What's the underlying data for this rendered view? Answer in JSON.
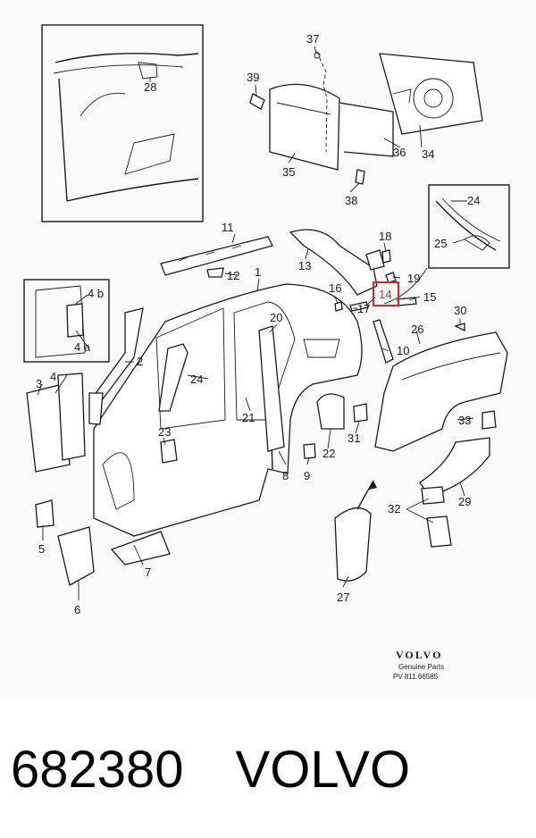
{
  "callouts": [
    "1",
    "2",
    "3",
    "4",
    "4 a",
    "4 b",
    "5",
    "6",
    "7",
    "8",
    "9",
    "10",
    "11",
    "12",
    "13",
    "14",
    "15",
    "16",
    "17",
    "18",
    "19",
    "20",
    "21",
    "22",
    "23",
    "24",
    "24",
    "25",
    "26",
    "27",
    "28",
    "29",
    "30",
    "31",
    "32",
    "33",
    "34",
    "35",
    "36",
    "37",
    "38",
    "39"
  ],
  "highlighted_callout": "14",
  "highlight_color": "#d62828",
  "logo": {
    "brand": "VOLVO",
    "line1": "Genuine Parts",
    "line2": "PV  811 66585"
  },
  "caption": {
    "part_number": "682380",
    "brand": "VOLVO"
  }
}
